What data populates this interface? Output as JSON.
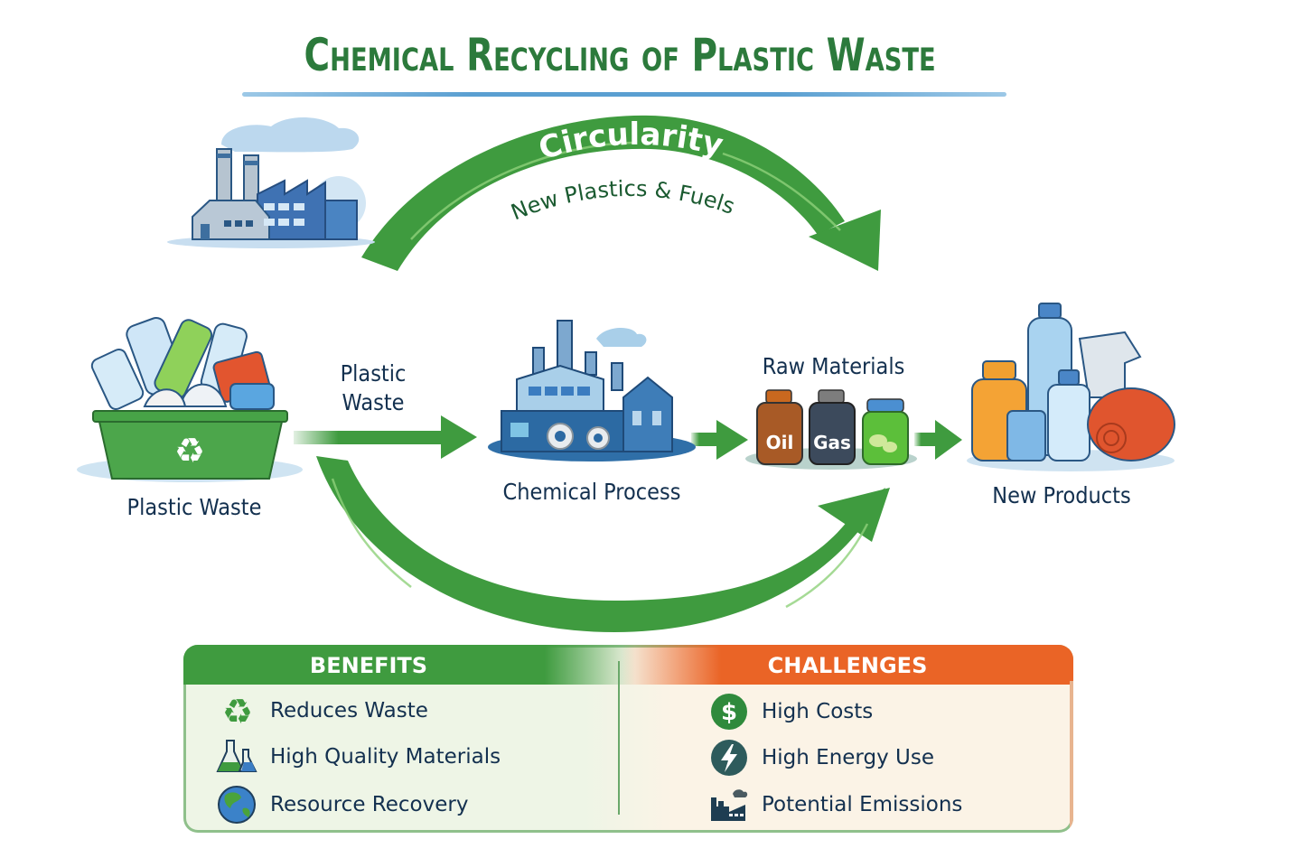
{
  "title": "Chemical Recycling of Plastic Waste",
  "colors": {
    "title_green": "#2c7a3c",
    "arrow_green": "#3f9b3f",
    "text_navy": "#13304f",
    "benefits_header": "#3f9b3f",
    "challenges_header": "#ea6426",
    "rule_blue": "#5a9fd1"
  },
  "top_arc": {
    "label_main": "Circularity",
    "label_sub": "New Plastics & Fuels",
    "icon": "factory-icon"
  },
  "flow": {
    "stages": [
      {
        "label": "Plastic Waste",
        "icon": "recycling-bin-icon"
      },
      {
        "label": "Chemical Process",
        "icon": "chemical-plant-icon"
      },
      {
        "label": "Raw Materials",
        "icon": "jars-icon"
      },
      {
        "label": "New Products",
        "icon": "products-icon"
      }
    ],
    "arrow_label": "Plastic\nWaste",
    "arrow_label_line1": "Plastic",
    "arrow_label_line2": "Waste",
    "jars": [
      {
        "label": "Oil",
        "color": "#a85a26"
      },
      {
        "label": "Gas",
        "color": "#3c4a5c"
      },
      {
        "label": "",
        "color": "#5cbf3a"
      }
    ]
  },
  "benefits": {
    "heading": "BENEFITS",
    "items": [
      {
        "label": "Reduces Waste",
        "icon": "recycle-icon"
      },
      {
        "label": "High Quality Materials",
        "icon": "lab-flask-icon"
      },
      {
        "label": "Resource Recovery",
        "icon": "globe-icon"
      }
    ]
  },
  "challenges": {
    "heading": "CHALLENGES",
    "items": [
      {
        "label": "High Costs",
        "icon": "dollar-icon"
      },
      {
        "label": "High Energy Use",
        "icon": "lightning-icon"
      },
      {
        "label": "Potential Emissions",
        "icon": "factory-emissions-icon"
      }
    ]
  }
}
